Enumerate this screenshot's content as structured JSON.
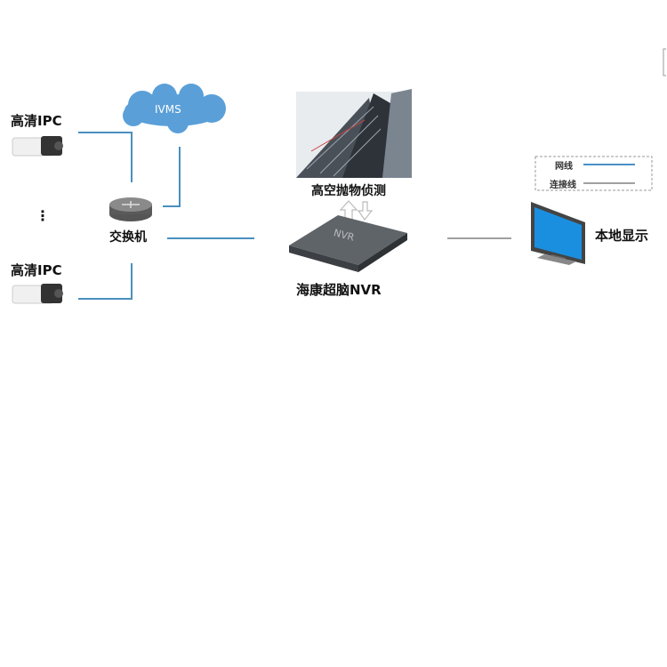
{
  "labels": {
    "ipc_top": "高清IPC",
    "ipc_bottom": "高清IPC",
    "cloud": "IVMS",
    "switch": "交换机",
    "detection": "高空抛物侦测",
    "nvr": "海康超脑NVR",
    "nvr_device_text": "NVR",
    "display": "本地显示",
    "ellipsis": "⋮"
  },
  "legend": {
    "items": [
      {
        "label": "网线",
        "color": "#4a90c8"
      },
      {
        "label": "连接线",
        "color": "#a0a0a0"
      }
    ]
  },
  "colors": {
    "network_line": "#4a8fbf",
    "connect_line": "#a0a0a0",
    "cloud": "#5a9fd8"
  }
}
